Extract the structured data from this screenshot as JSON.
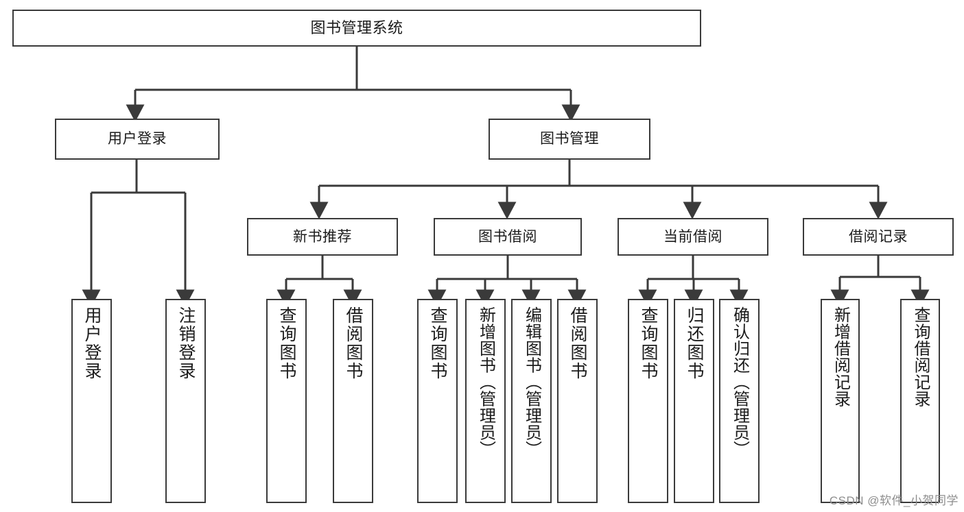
{
  "diagram": {
    "title": "图书管理系统",
    "type": "tree-hierarchy-diagram",
    "watermark": "CSDN @软件_小贺同学",
    "colors": {
      "stroke": "#3a3a3a",
      "background": "#ffffff",
      "text": "#1b1b1b",
      "watermark": "#8e8e8e"
    },
    "nodes": {
      "root": {
        "label": "图书管理系统"
      },
      "tier1": [
        {
          "label": "用户登录"
        },
        {
          "label": "图书管理"
        }
      ],
      "tier2": [
        {
          "label": "新书推荐"
        },
        {
          "label": "图书借阅"
        },
        {
          "label": "当前借阅"
        },
        {
          "label": "借阅记录"
        }
      ],
      "leaves": {
        "user_login": [
          {
            "label": "用户登录"
          },
          {
            "label": "注销登录"
          }
        ],
        "new_book_recommend": [
          {
            "label": "查询图书"
          },
          {
            "label": "借阅图书"
          }
        ],
        "book_borrow": [
          {
            "label": "查询图书"
          },
          {
            "label": "新增图书（管理员）"
          },
          {
            "label": "编辑图书（管理员）"
          },
          {
            "label": "借阅图书"
          }
        ],
        "current_borrow": [
          {
            "label": "查询图书"
          },
          {
            "label": "归还图书"
          },
          {
            "label": "确认归还（管理员）"
          }
        ],
        "borrow_record": [
          {
            "label": "新增借阅记录"
          },
          {
            "label": "查询借阅记录"
          }
        ]
      }
    }
  }
}
